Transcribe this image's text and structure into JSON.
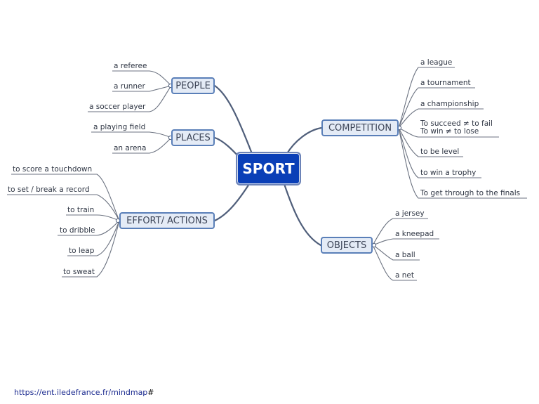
{
  "center": "SPORT",
  "branches": {
    "people": {
      "label": "PEOPLE",
      "items": [
        "a referee",
        "a runner",
        "a soccer player"
      ]
    },
    "places": {
      "label": "PLACES",
      "items": [
        "a playing field",
        "an arena"
      ]
    },
    "effort": {
      "label": "EFFORT/ ACTIONS",
      "items": [
        "to score a touchdown",
        "to set / break a record",
        "to train",
        "to dribble",
        "to leap",
        "to sweat"
      ]
    },
    "competition": {
      "label": "COMPETITION",
      "items": [
        "a league",
        "a tournament",
        "a championship",
        "To succeed ≠ to fail",
        "To win ≠ to lose",
        "to be level",
        "to win a trophy",
        "To get through to the finals"
      ]
    },
    "objects": {
      "label": "OBJECTS",
      "items": [
        "a jersey",
        "a kneepad",
        "a ball",
        "a net"
      ]
    }
  },
  "footer": {
    "link": "https://ent.iledefrance.fr/mindmap",
    "suffix": "#"
  },
  "colors": {
    "center_fill": "#0a3fb7",
    "branch_border": "#5a7fb8",
    "branch_fill": "#e4ebf6",
    "connector": "#4f5e7a"
  }
}
